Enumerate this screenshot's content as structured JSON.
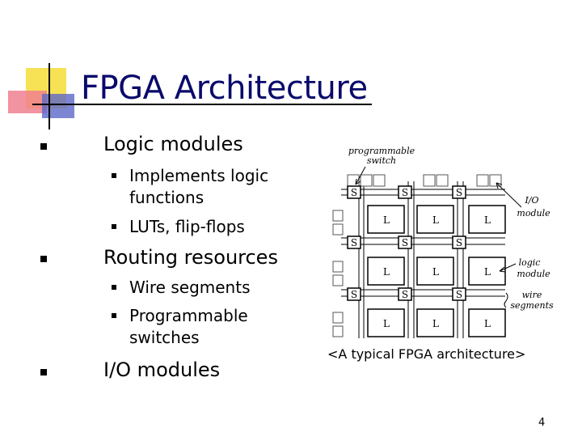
{
  "slide": {
    "title": "FPGA Architecture",
    "bullets": [
      {
        "text": "Logic modules",
        "sub": [
          "Implements logic functions",
          "LUTs, flip-flops"
        ]
      },
      {
        "text": "Routing resources",
        "sub": [
          "Wire segments",
          "Programmable switches"
        ]
      },
      {
        "text": "I/O modules",
        "sub": []
      }
    ],
    "page_number": "4"
  },
  "figure": {
    "caption": "<A typical FPGA architecture>",
    "labels": {
      "programmable_switch_1": "programmable",
      "programmable_switch_2": "switch",
      "io_module_1": "I/O",
      "io_module_2": "module",
      "logic_module_1": "logic",
      "logic_module_2": "module",
      "wire_segments_1": "wire",
      "wire_segments_2": "segments"
    },
    "switch_glyph": "S",
    "logic_glyph": "L"
  },
  "colors": {
    "title": "#0a0a6b",
    "deco_yellow": "#f7e154",
    "deco_red": "#f07a8a",
    "deco_blue": "#5c68c8"
  }
}
